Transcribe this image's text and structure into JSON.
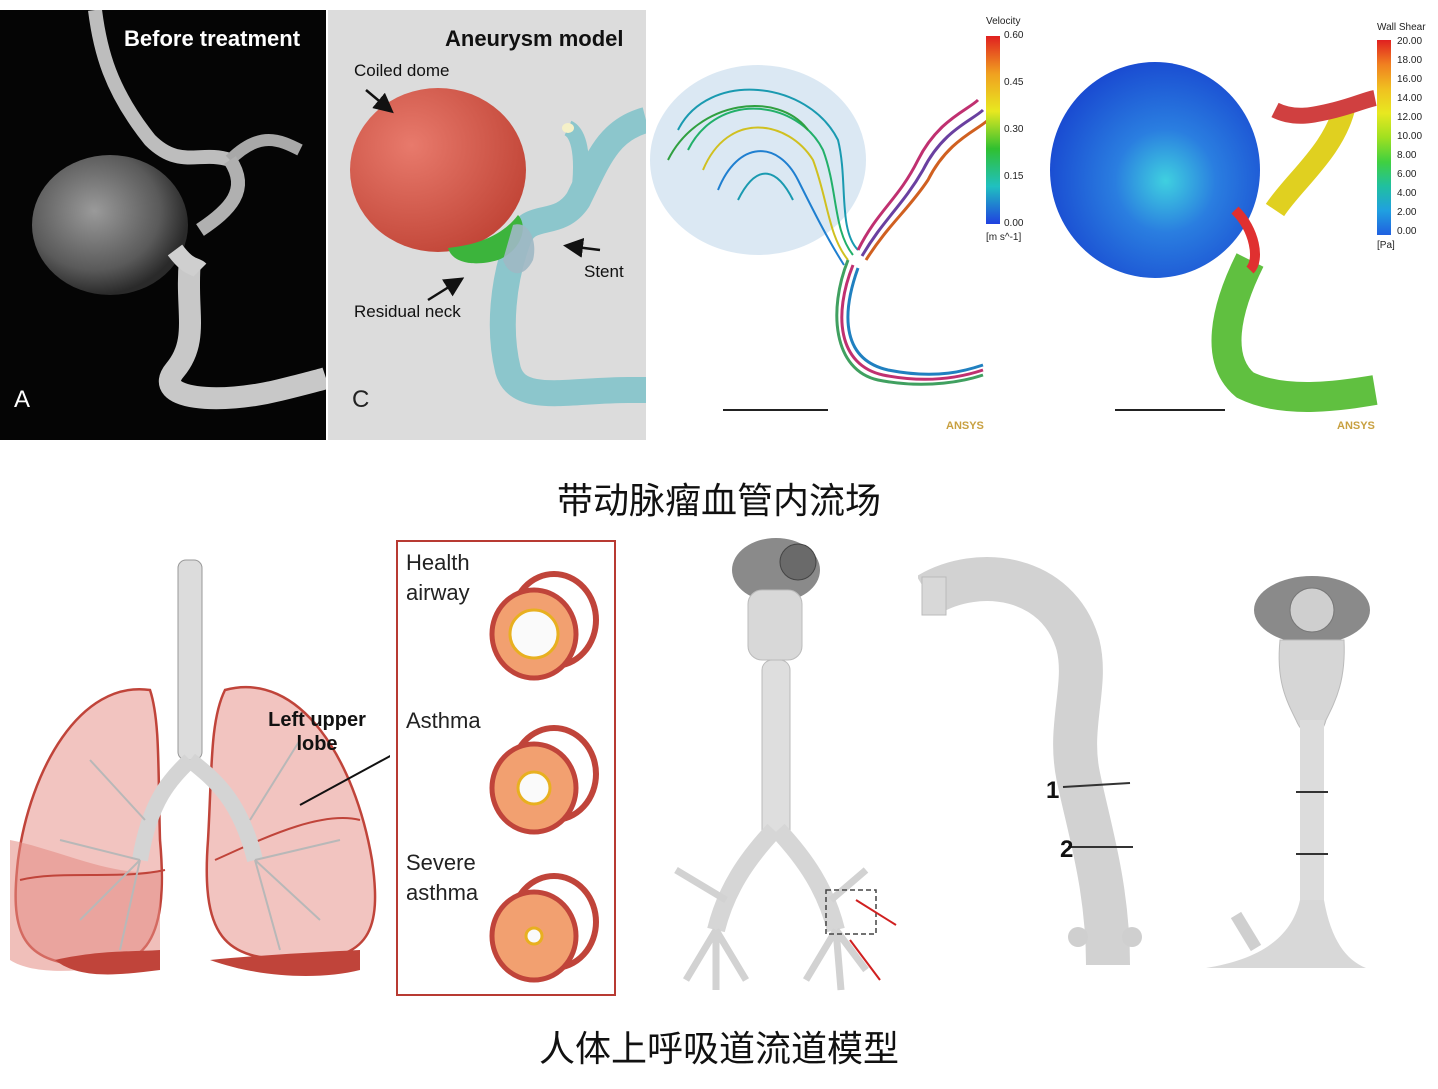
{
  "top": {
    "caption": "带动脉瘤血管内流场",
    "panel_a": {
      "title": "Before treatment",
      "corner_letter": "A"
    },
    "panel_c": {
      "title": "Aneurysm model",
      "corner_letter": "C",
      "labels": {
        "coiled_dome": "Coiled dome",
        "stent": "Stent",
        "residual_neck": "Residual neck"
      }
    },
    "velocity": {
      "legend_title": "Velocity",
      "unit": "[m s^-1]",
      "ticks": [
        "0.60",
        "0.45",
        "0.30",
        "0.15",
        "0.00"
      ],
      "logo": "ANSYS"
    },
    "wall_shear": {
      "legend_title": "Wall Shear",
      "unit": "[Pa]",
      "ticks": [
        "20.00",
        "18.00",
        "16.00",
        "14.00",
        "12.00",
        "10.00",
        "8.00",
        "6.00",
        "4.00",
        "2.00",
        "0.00"
      ],
      "logo": "ANSYS"
    }
  },
  "bottom": {
    "caption": "人体上呼吸道流道模型",
    "lungs": {
      "label": "Left upper lobe"
    },
    "airway_box": {
      "items": [
        "Health airway",
        "Asthma",
        "Severe asthma"
      ]
    },
    "trachea_side": {
      "markers": [
        "1",
        "2"
      ]
    }
  },
  "colors": {
    "aneurysm_red": "#d9574a",
    "stent_green": "#3cb43c",
    "vessel_cyan": "#8cc6cc",
    "lung_pink": "#f2c4c0",
    "box_red": "#b83a32"
  }
}
